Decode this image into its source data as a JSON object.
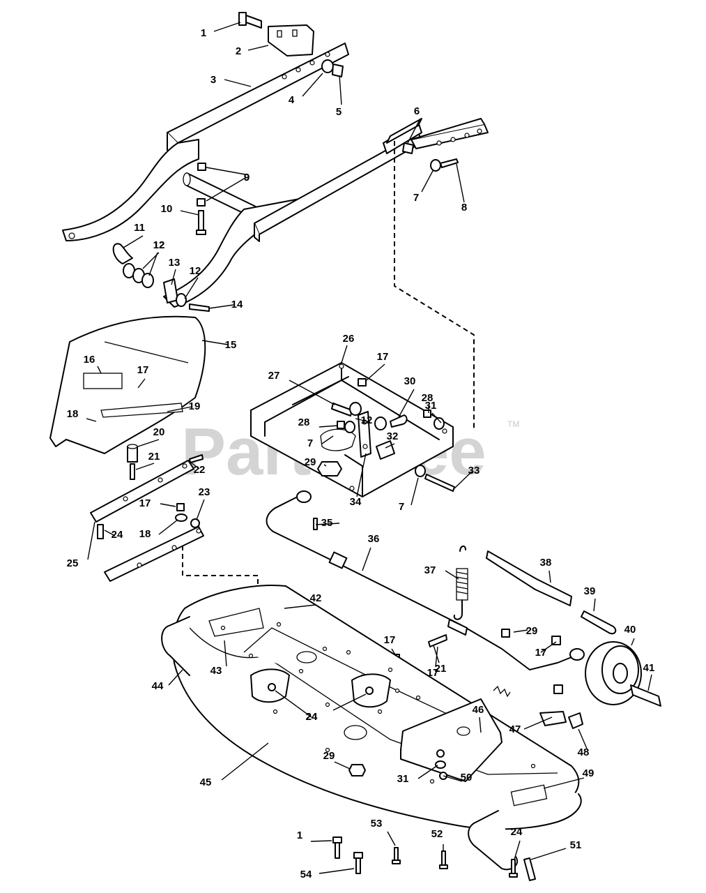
{
  "watermark": {
    "text": "PartsTree",
    "mark": "TM"
  },
  "callouts": [
    "1",
    "2",
    "3",
    "4",
    "5",
    "6",
    "7",
    "8",
    "9",
    "10",
    "11",
    "12",
    "13",
    "14",
    "15",
    "16",
    "17",
    "18",
    "19",
    "20",
    "21",
    "22",
    "23",
    "24",
    "25",
    "26",
    "27",
    "28",
    "29",
    "30",
    "31",
    "32",
    "33",
    "34",
    "35",
    "36",
    "37",
    "38",
    "39",
    "40",
    "41",
    "42",
    "43",
    "44",
    "45",
    "46",
    "47",
    "48",
    "49",
    "50",
    "51",
    "52",
    "53",
    "54"
  ],
  "colors": {
    "line": "#000000",
    "background": "#ffffff",
    "watermark": "#d4d4d4"
  }
}
